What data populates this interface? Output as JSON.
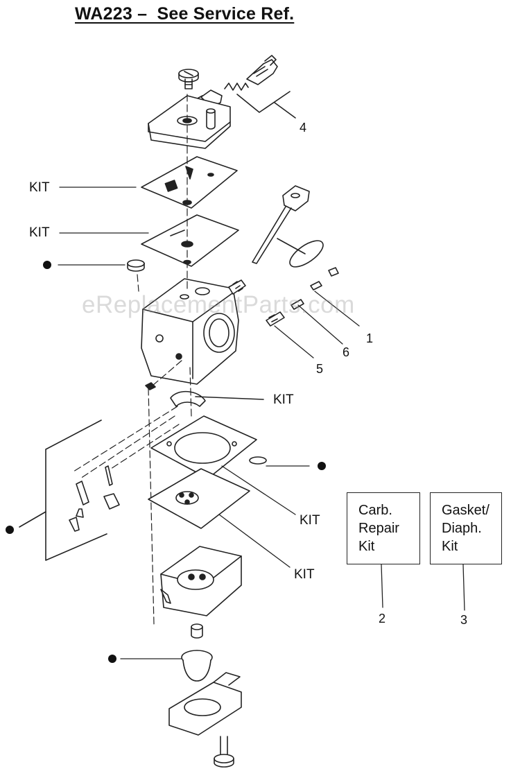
{
  "title": "WA223 –  See Service Ref.",
  "watermark": "eReplacementParts.com",
  "callouts": {
    "c1": "1",
    "c2": "2",
    "c3": "3",
    "c4": "4",
    "c5": "5",
    "c6": "6"
  },
  "kit_labels": {
    "k1": "KIT",
    "k2": "KIT",
    "k3": "KIT",
    "k4": "KIT",
    "k5": "KIT"
  },
  "boxes": {
    "carb_repair": {
      "line1": "Carb.",
      "line2": "Repair",
      "line3": "Kit"
    },
    "gasket_diaph": {
      "line1": "Gasket/",
      "line2": "Diaph.",
      "line3": "Kit"
    }
  }
}
